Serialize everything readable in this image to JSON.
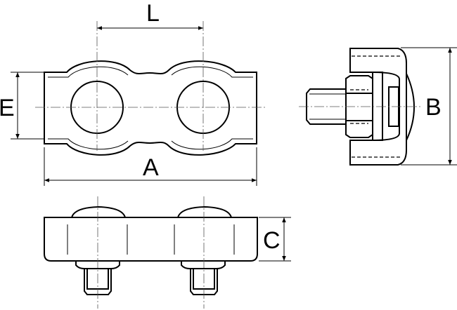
{
  "labels": {
    "L": "L",
    "E": "E",
    "A": "A",
    "B": "B",
    "C": "C"
  }
}
